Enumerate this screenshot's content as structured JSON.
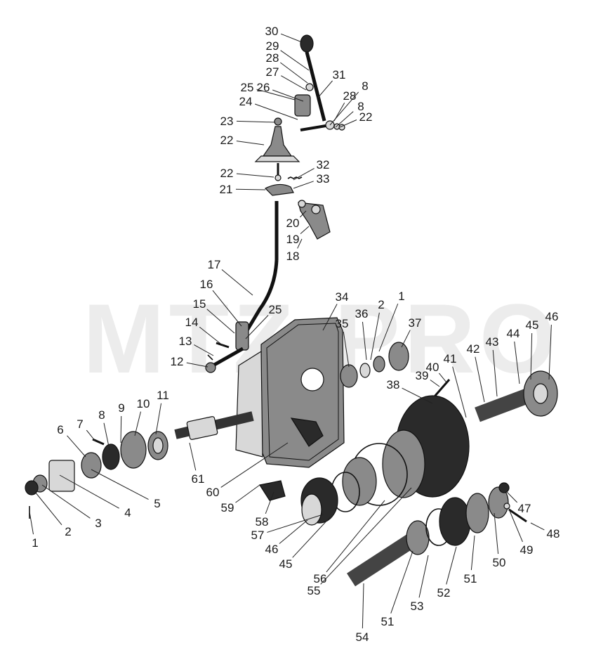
{
  "watermark": "MTZ-PRO",
  "labels": [
    "1",
    "2",
    "3",
    "4",
    "5",
    "6",
    "7",
    "8",
    "9",
    "10",
    "11",
    "12",
    "13",
    "14",
    "15",
    "16",
    "17",
    "18",
    "19",
    "20",
    "21",
    "22",
    "22",
    "22",
    "23",
    "24",
    "25",
    "25",
    "26",
    "27",
    "28",
    "28",
    "29",
    "30",
    "31",
    "32",
    "33",
    "34",
    "35",
    "36",
    "37",
    "38",
    "39",
    "40",
    "41",
    "42",
    "43",
    "44",
    "45",
    "45",
    "46",
    "46",
    "47",
    "48",
    "49",
    "50",
    "51",
    "51",
    "52",
    "53",
    "54",
    "55",
    "56",
    "57",
    "58",
    "59",
    "60",
    "61",
    "1",
    "2",
    "8",
    "8"
  ]
}
